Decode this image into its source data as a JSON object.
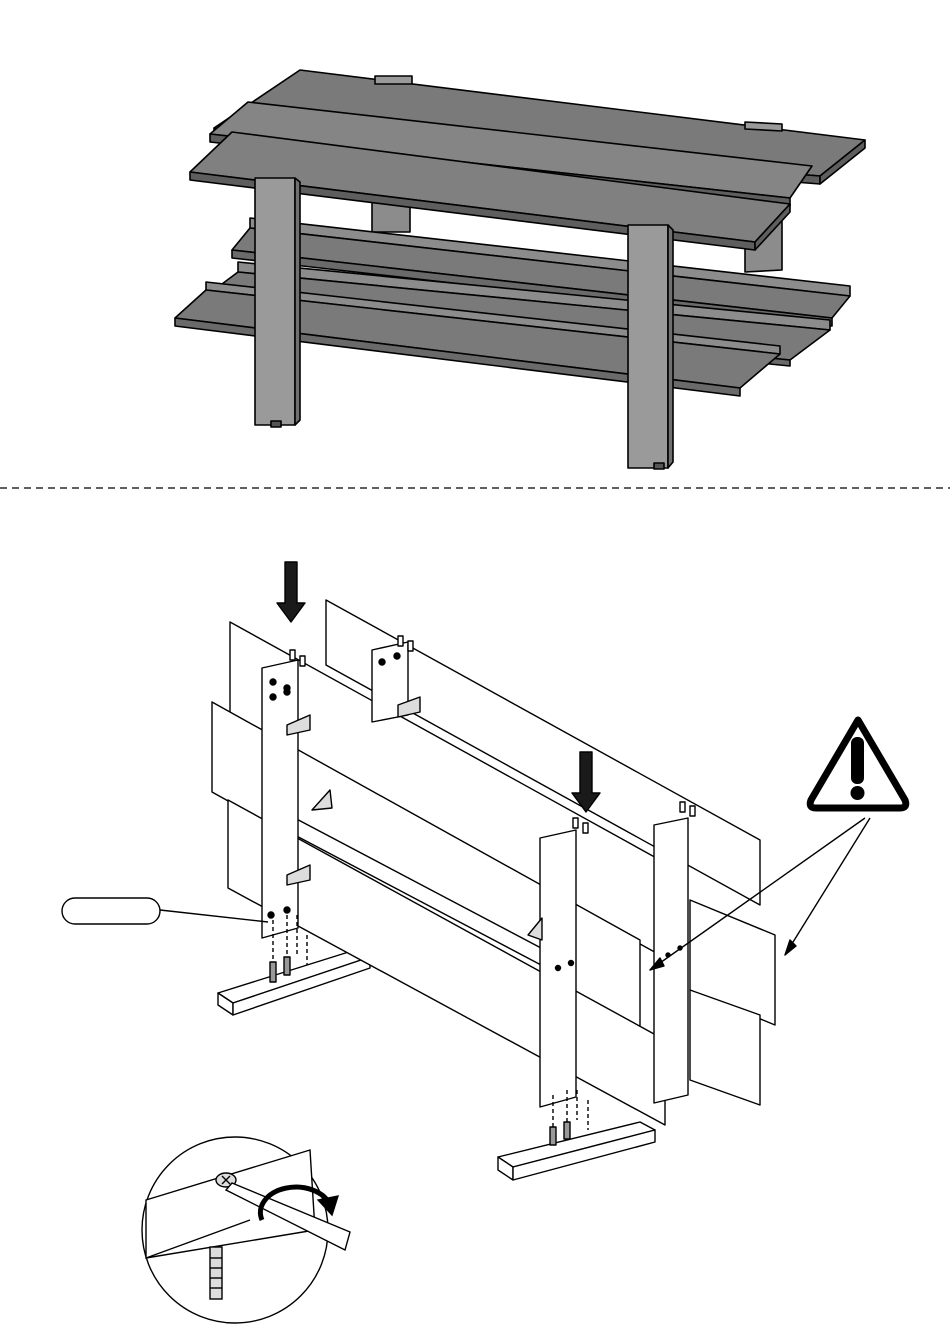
{
  "page": {
    "step_divider": "dashed",
    "colors": {
      "line": "#000000",
      "panel_fill": "#ffffff",
      "finished_unit_fill": "#8c8c8c",
      "arrow_fill": "#1a1a1a"
    }
  },
  "finished_view": {
    "icon": "assembled-shelf-unit-illustration"
  },
  "assembly_view": {
    "icon": "assembly-exploded-illustration",
    "callout_label": ""
  },
  "detail_view": {
    "icon": "screw-tightening-detail-illustration"
  },
  "warning": {
    "icon": "warning-triangle-icon",
    "symbol": "!"
  }
}
